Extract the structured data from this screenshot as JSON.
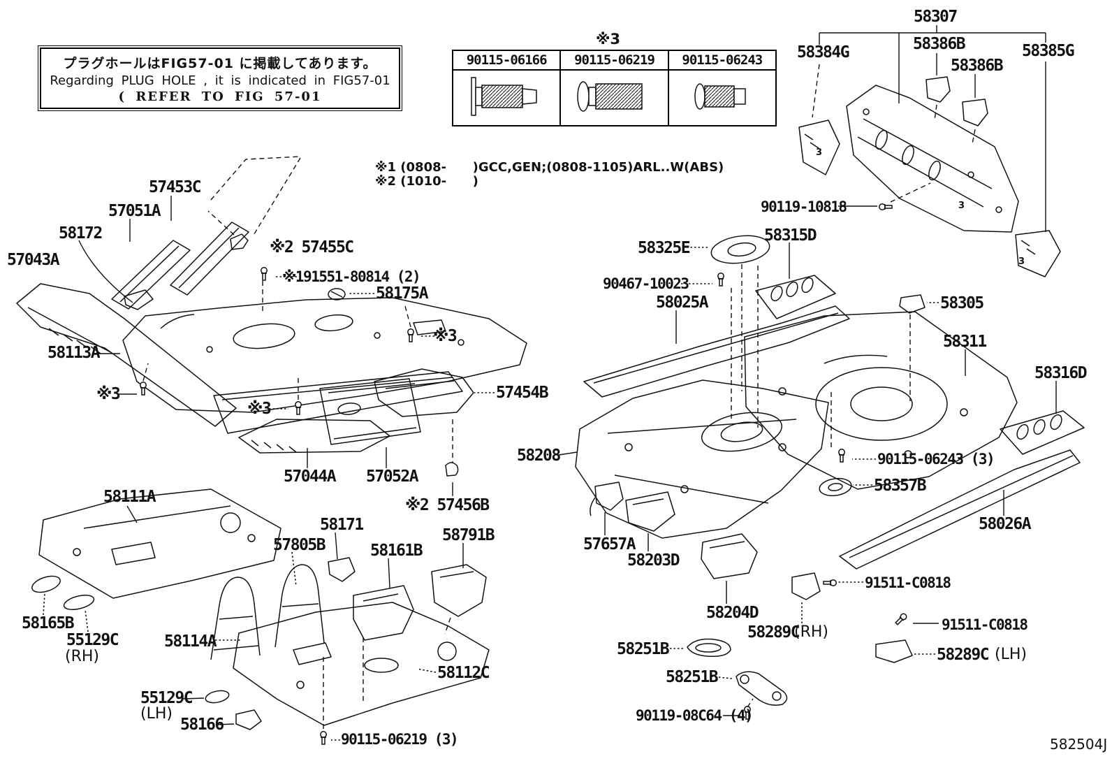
{
  "page": {
    "background": "#ffffff",
    "ink": "#111111",
    "diagram_code": "582504J"
  },
  "note_box": {
    "line1_japanese": "プラグホールはFIG57-01 に掲載してあります。",
    "line2_english": "Regarding PLUG HOLE , it is indicated in FIG57-01",
    "line3_refer": "( REFER TO FIG 57-01"
  },
  "fastener_table": {
    "marker": "※3",
    "columns": [
      {
        "part_number": "90115-06166",
        "icon": "flanged-stud-bolt-icon"
      },
      {
        "part_number": "90115-06219",
        "icon": "washer-stud-bolt-icon"
      },
      {
        "part_number": "90115-06243",
        "icon": "short-stud-bolt-icon"
      }
    ]
  },
  "variant_notes": {
    "note1": "※1 (0808-      )GCC,GEN;(0808-1105)ARL..W(ABS)",
    "note2": "※2 (1010-      )"
  },
  "labels": [
    "57453C",
    "57051A",
    "58172",
    "57043A",
    "※2 57455C",
    "※191551-80814 (2)",
    "58175A",
    "58113A",
    "※3",
    "※3",
    "※3",
    "57454B",
    "57044A",
    "57052A",
    "※2 57456B",
    "58111A",
    "58171",
    "57805B",
    "58161B",
    "58791B",
    "58165B",
    "55129C",
    "(RH)",
    "58114A",
    "55129C",
    "(LH)",
    "58166",
    "58112C",
    "90115-06219 (3)",
    "58307",
    "58384G",
    "58386B",
    "58386B",
    "58385G",
    "90119-10818",
    "58315D",
    "58325E",
    "90467-10023",
    "58025A",
    "58305",
    "58311",
    "58316D",
    "58208",
    "90115-06243 (3)",
    "58357B",
    "58026A",
    "57657A",
    "58203D",
    "58204D",
    "91511-C0818",
    "58289C",
    "(RH)",
    "91511-C0818",
    "58289C",
    "(LH)",
    "58251B",
    "58251B",
    "90119-08C64 (4)",
    "3",
    "3",
    "3"
  ]
}
